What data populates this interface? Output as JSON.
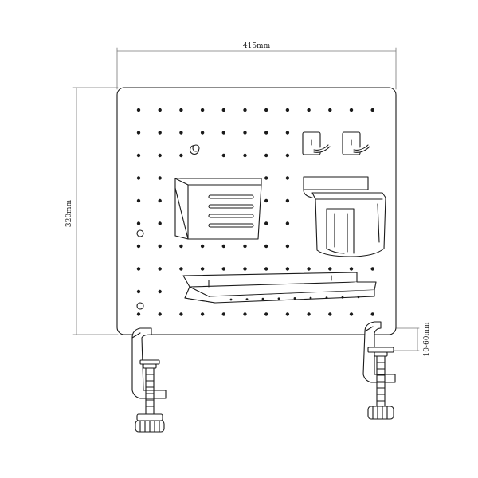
{
  "dimensions": {
    "width_label": "415mm",
    "height_label": "320mm",
    "clamp_range_label": "10-60mm"
  },
  "colors": {
    "line": "#1a1a1a",
    "dim_line": "#777777",
    "background": "#ffffff"
  },
  "components": [
    "pegboard-panel",
    "storage-basket",
    "cup-holder",
    "hook",
    "hook",
    "shelf",
    "peg-knob",
    "desk-clamp-left",
    "desk-clamp-right"
  ]
}
